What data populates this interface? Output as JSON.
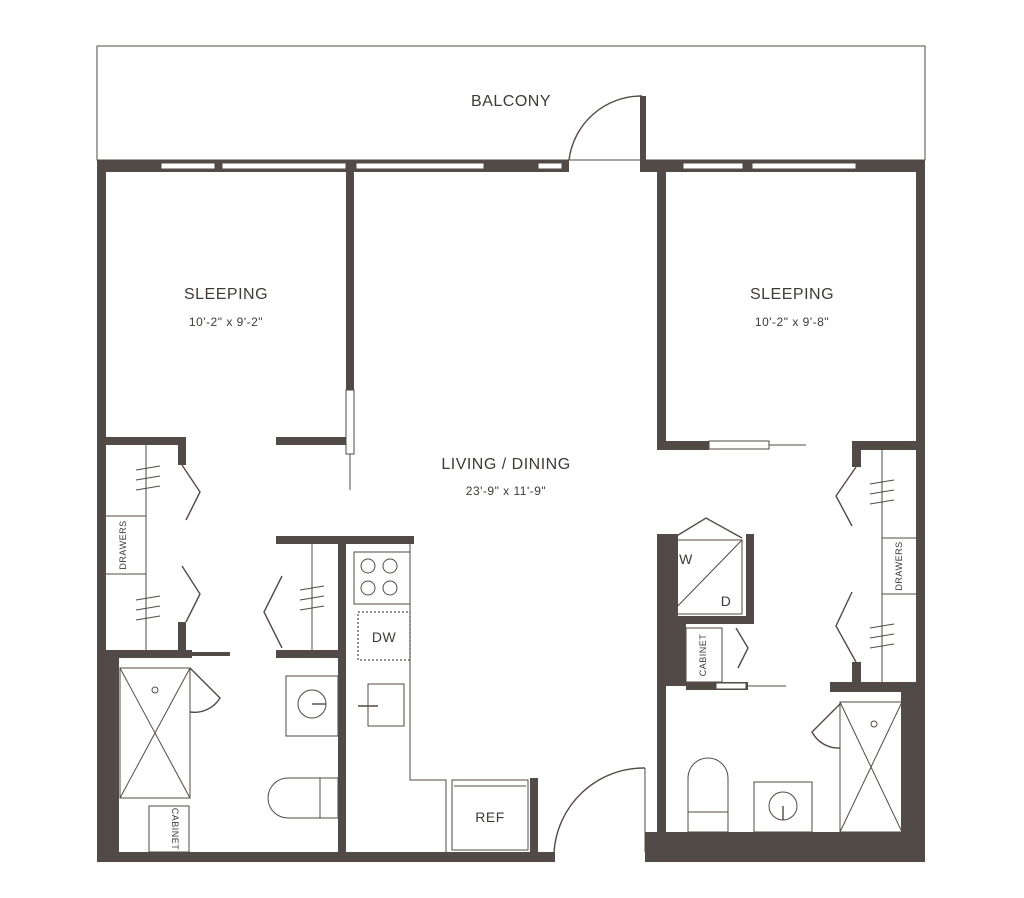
{
  "plan": {
    "balcony": {
      "label": "BALCONY"
    },
    "bedroom_left": {
      "label": "SLEEPING",
      "dimensions": "10'-2\" x 9'-2\""
    },
    "bedroom_right": {
      "label": "SLEEPING",
      "dimensions": "10'-2\" x 9'-8\""
    },
    "living": {
      "label": "LIVING / DINING",
      "dimensions": "23'-9\" x 11'-9\""
    },
    "closet_left": {
      "drawers_label": "DRAWERS"
    },
    "closet_right": {
      "drawers_label": "DRAWERS"
    },
    "kitchen": {
      "dishwasher_label": "DW",
      "fridge_label": "REF"
    },
    "laundry": {
      "washer_label": "W",
      "dryer_label": "D"
    },
    "bath_left": {
      "cabinet_label": "CABINET"
    },
    "bath_right": {
      "cabinet_label": "CABINET"
    },
    "colors": {
      "walls": "#524a46",
      "background": "#ffffff",
      "text": "#3f3a37"
    }
  }
}
